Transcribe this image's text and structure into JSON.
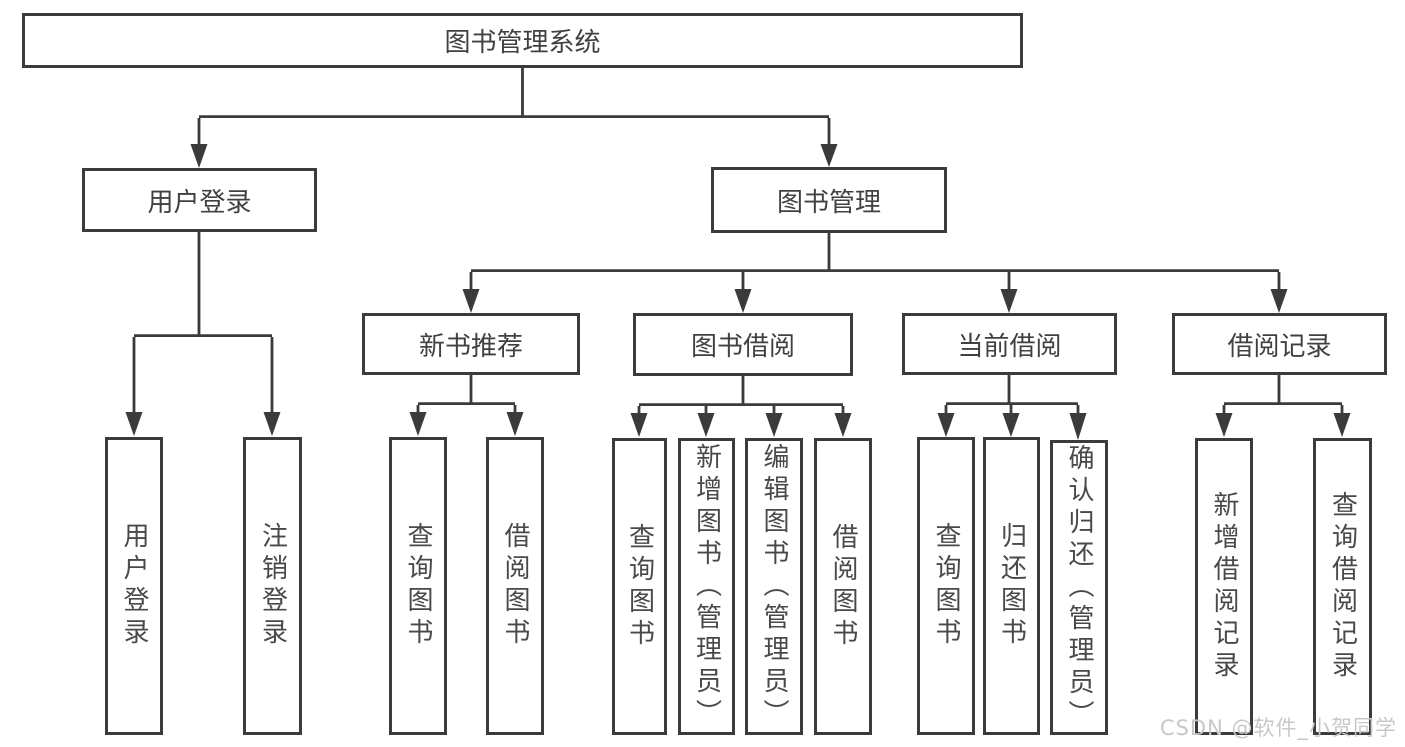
{
  "diagram": {
    "type": "hierarchy",
    "tree": {
      "label": "图书管理系统",
      "children": [
        {
          "label": "用户登录",
          "children": [
            {
              "label": "用户登录"
            },
            {
              "label": "注销登录"
            }
          ]
        },
        {
          "label": "图书管理",
          "children": [
            {
              "label": "新书推荐",
              "children": [
                {
                  "label": "查询图书"
                },
                {
                  "label": "借阅图书"
                }
              ]
            },
            {
              "label": "图书借阅",
              "children": [
                {
                  "label": "查询图书"
                },
                {
                  "label": "新增图书（管理员）"
                },
                {
                  "label": "编辑图书（管理员）"
                },
                {
                  "label": "借阅图书"
                }
              ]
            },
            {
              "label": "当前借阅",
              "children": [
                {
                  "label": "查询图书"
                },
                {
                  "label": "归还图书"
                },
                {
                  "label": "确认归还（管理员）"
                }
              ]
            },
            {
              "label": "借阅记录",
              "children": [
                {
                  "label": "新增借阅记录"
                },
                {
                  "label": "查询借阅记录"
                }
              ]
            }
          ]
        }
      ]
    },
    "colors": {
      "line": "#3b3b3b",
      "node_text": "#414141",
      "background": "#ffffff",
      "watermark_text": "#c8c8c8"
    }
  },
  "watermark": {
    "text": "CSDN @软件_小贺同学"
  }
}
